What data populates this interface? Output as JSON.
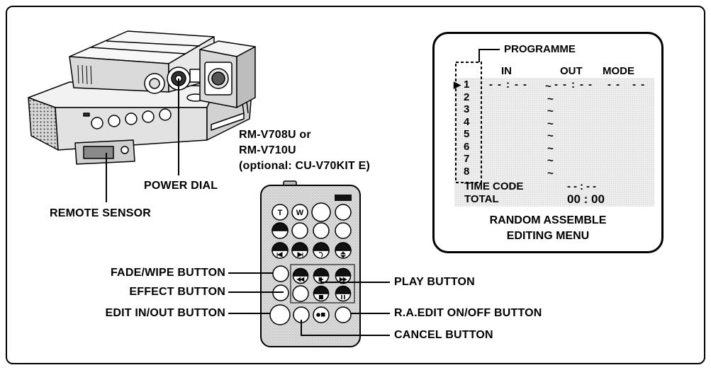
{
  "figure": {
    "camcorder": {
      "power_dial_label": "POWER DIAL",
      "remote_sensor_label": "REMOTE SENSOR"
    },
    "remote": {
      "model_line_1": "RM-V708U or",
      "model_line_2": "RM-V710U",
      "model_line_3": "(optional: CU-V70KIT E)",
      "button_t": "T",
      "button_w": "W",
      "icons": [
        "rewind-icon",
        "play-icon",
        "fast-forward-icon",
        "stop-icon",
        "pause-icon",
        "record-icon"
      ],
      "callouts": {
        "fade_wipe": "FADE/WIPE BUTTON",
        "effect": "EFFECT BUTTON",
        "edit_in_out": "EDIT IN/OUT BUTTON",
        "play": "PLAY BUTTON",
        "ra_edit": "R.A.EDIT ON/OFF BUTTON",
        "cancel": "CANCEL BUTTON"
      }
    },
    "menu": {
      "programme_label": "PROGRAMME",
      "header": {
        "in": "IN",
        "out": "OUT",
        "mode": "MODE"
      },
      "cursor": "▶",
      "rows": [
        {
          "num": "1",
          "in": "--:--",
          "sep": "~",
          "out": "--:--",
          "mode": "-- --"
        },
        {
          "num": "2",
          "sep": "~"
        },
        {
          "num": "3",
          "sep": "~"
        },
        {
          "num": "4",
          "sep": "~"
        },
        {
          "num": "5",
          "sep": "~"
        },
        {
          "num": "6",
          "sep": "~"
        },
        {
          "num": "7",
          "sep": "~"
        },
        {
          "num": "8",
          "sep": "~"
        }
      ],
      "time_code": {
        "label": "TIME CODE",
        "value": "--:--"
      },
      "total": {
        "label": "TOTAL",
        "value": "00 : 00"
      },
      "caption_line_1": "RANDOM ASSEMBLE",
      "caption_line_2": "EDITING MENU"
    }
  }
}
